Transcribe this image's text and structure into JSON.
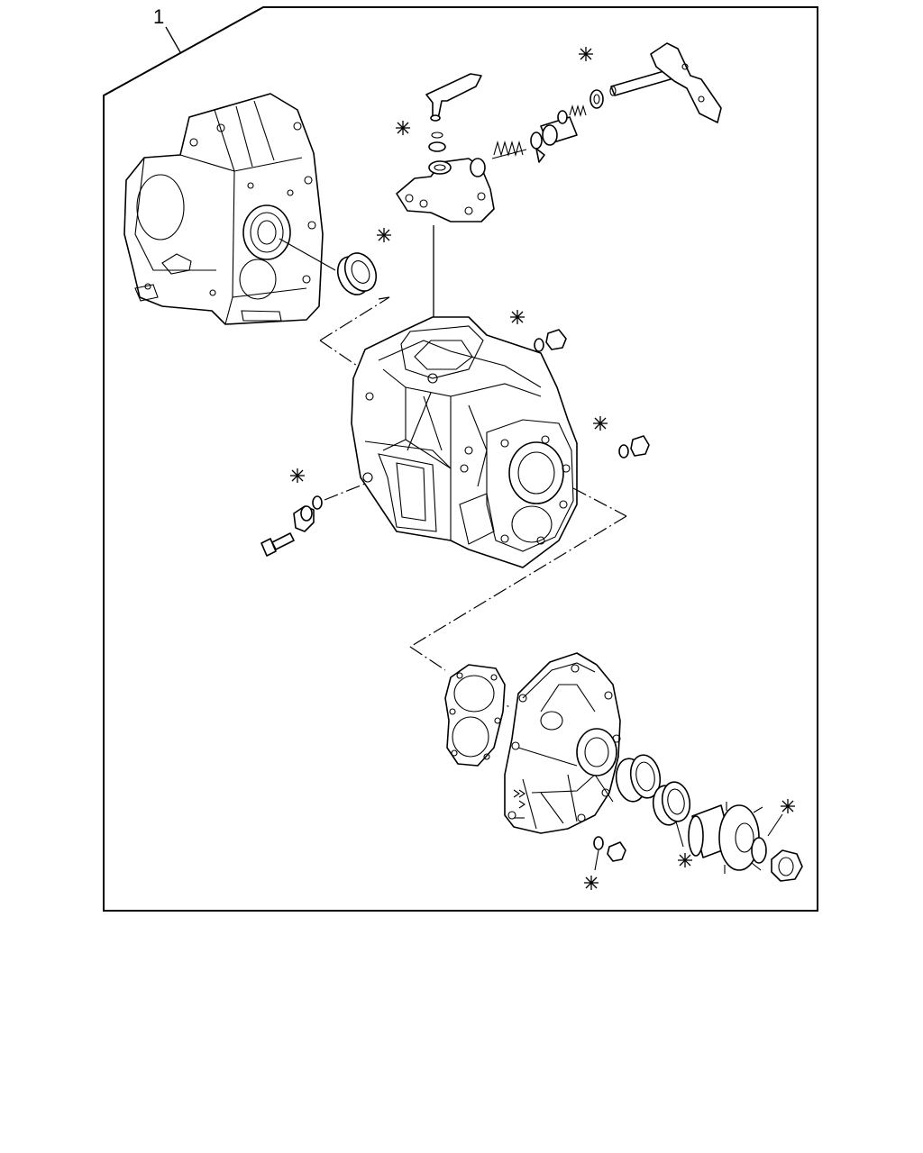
{
  "callout": {
    "number": "1"
  },
  "asterisk_symbol": "※",
  "line_color": "#000000",
  "background_color": "#ffffff",
  "parts": [
    {
      "id": "clutch-housing",
      "kind": "housing"
    },
    {
      "id": "oil-seal-front",
      "kind": "seal",
      "marked": true
    },
    {
      "id": "shift-lever",
      "kind": "lever"
    },
    {
      "id": "o-ring-lever",
      "kind": "o-ring",
      "marked": true
    },
    {
      "id": "shift-tower",
      "kind": "housing"
    },
    {
      "id": "shift-springs",
      "kind": "spring"
    },
    {
      "id": "seal-shaft",
      "kind": "seal",
      "marked": true
    },
    {
      "id": "shift-shaft",
      "kind": "shaft"
    },
    {
      "id": "transmission-case",
      "kind": "housing"
    },
    {
      "id": "o-ring-plug-top",
      "kind": "o-ring",
      "marked": true
    },
    {
      "id": "plug-top",
      "kind": "plug"
    },
    {
      "id": "o-ring-plug-right",
      "kind": "o-ring",
      "marked": true
    },
    {
      "id": "plug-right",
      "kind": "plug"
    },
    {
      "id": "o-ring-switch",
      "kind": "o-ring",
      "marked": true
    },
    {
      "id": "switch",
      "kind": "switch"
    },
    {
      "id": "bolt-switch",
      "kind": "bolt"
    },
    {
      "id": "gasket-rear",
      "kind": "gasket"
    },
    {
      "id": "extension-housing",
      "kind": "housing"
    },
    {
      "id": "bearing-rear",
      "kind": "bearing"
    },
    {
      "id": "oil-seal-rear",
      "kind": "seal",
      "marked": true
    },
    {
      "id": "companion-flange",
      "kind": "flange"
    },
    {
      "id": "o-ring-flange",
      "kind": "o-ring",
      "marked": true
    },
    {
      "id": "lock-nut",
      "kind": "nut"
    },
    {
      "id": "o-ring-drain",
      "kind": "o-ring",
      "marked": true
    },
    {
      "id": "drain-plug",
      "kind": "plug"
    }
  ]
}
